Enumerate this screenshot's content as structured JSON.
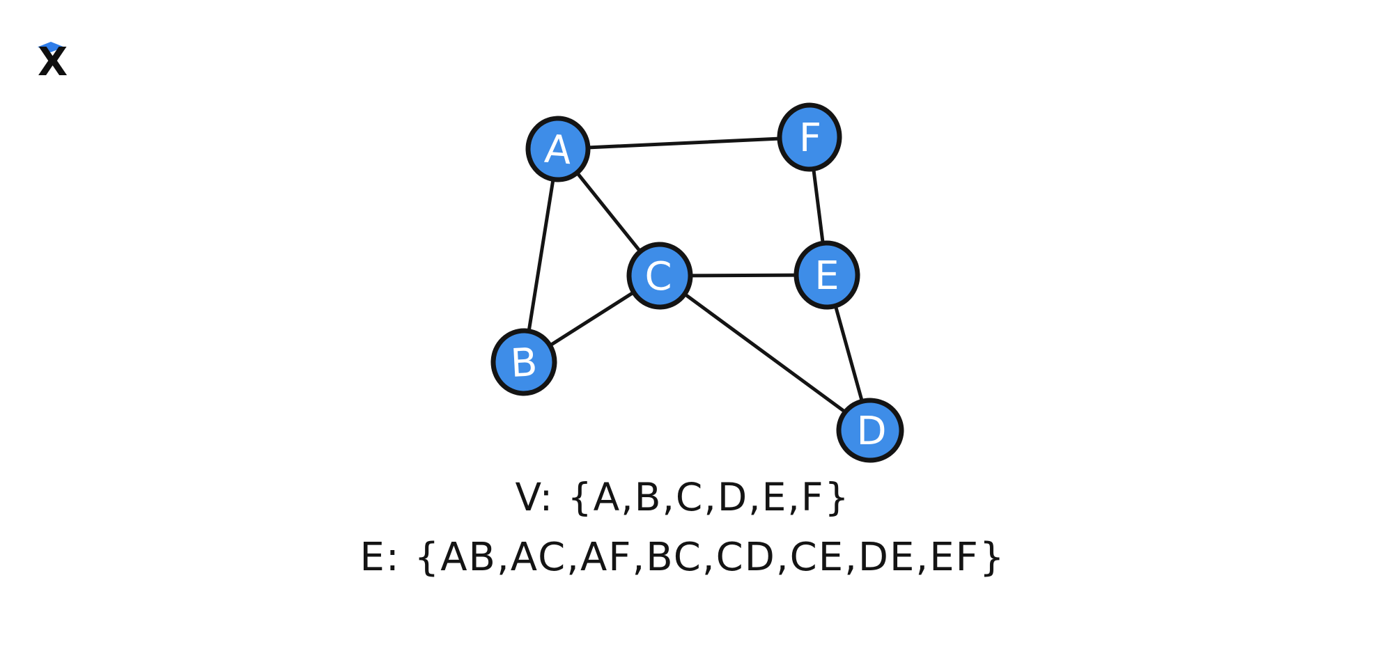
{
  "page": {
    "background": "#ffffff",
    "ink": "#141414"
  },
  "logo": {
    "letter": "X",
    "diamond_color": "#2f7de9",
    "letter_color": "#0f0f0f"
  },
  "graph": {
    "node_fill": "#3e8de8",
    "node_outline": "#141414",
    "edge_color": "#141414",
    "label_color": "#ffffff",
    "nodes": [
      {
        "id": "A",
        "label": "A"
      },
      {
        "id": "B",
        "label": "B"
      },
      {
        "id": "C",
        "label": "C"
      },
      {
        "id": "D",
        "label": "D"
      },
      {
        "id": "E",
        "label": "E"
      },
      {
        "id": "F",
        "label": "F"
      }
    ],
    "edges": [
      "AB",
      "AC",
      "AF",
      "BC",
      "CD",
      "CE",
      "DE",
      "EF"
    ]
  },
  "caption": {
    "vertices_line": "V: {A,B,C,D,E,F}",
    "edges_line": "E: {AB,AC,AF,BC,CD,CE,DE,EF}"
  }
}
